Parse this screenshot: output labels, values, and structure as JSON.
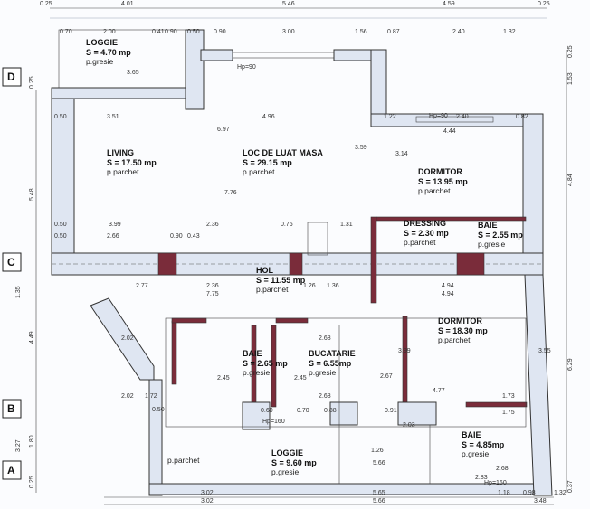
{
  "plan": {
    "grid_axes": [
      "D",
      "C",
      "B",
      "A"
    ],
    "rooms": [
      {
        "name": "LOGGIE",
        "area": "S = 4.70 mp",
        "floor": "p.gresie"
      },
      {
        "name": "LIVING",
        "area": "S = 17.50 mp",
        "floor": "p.parchet"
      },
      {
        "name": "LOC DE LUAT MASA",
        "area": "S = 29.15 mp",
        "floor": "p.parchet"
      },
      {
        "name": "DORMITOR",
        "area": "S = 13.95 mp",
        "floor": "p.parchet"
      },
      {
        "name": "DRESSING",
        "area": "S = 2.30 mp",
        "floor": "p.parchet"
      },
      {
        "name": "BAIE",
        "area": "S = 2.55 mp",
        "floor": "p.gresie"
      },
      {
        "name": "HOL",
        "area": "S = 11.55 mp",
        "floor": "p.parchet"
      },
      {
        "name": "DORMITOR",
        "area": "S = 18.30 mp",
        "floor": "p.parchet"
      },
      {
        "name": "BAIE",
        "area": "S = 2.65 mp",
        "floor": "p.gresie"
      },
      {
        "name": "BUCATARIE",
        "area": "S = 6.55mp",
        "floor": "p.gresie"
      },
      {
        "name": "LOGGIE",
        "area": "S = 9.60 mp",
        "floor": "p.gresie"
      },
      {
        "name": "BAIE",
        "area": "S = 4.85mp",
        "floor": "p.gresie"
      },
      {
        "name": "",
        "area": "",
        "floor": "p.parchet"
      }
    ],
    "dimensions_top": [
      "0.25",
      "4.01",
      "5.46",
      "4.59",
      "0.25"
    ],
    "dimensions_top_row2": [
      "0.70",
      "2.00",
      "0.41",
      "0.90",
      "0.50",
      "0.90",
      "3.00",
      "1.56",
      "0.87",
      "2.40",
      "1.32"
    ],
    "dimensions_left": [
      "0.25",
      "5.48",
      "1.35",
      "4.49",
      "3.27",
      "1.80",
      "0.25"
    ],
    "dimensions_right": [
      "0.25",
      "1.53",
      "4.84",
      "6.29",
      "0.37"
    ],
    "dimensions_bottom_row1": [
      "3.02",
      "5.65",
      "1.18",
      "0.98",
      "1.32"
    ],
    "dimensions_bottom_row2": [
      "3.02",
      "5.66",
      "3.48"
    ],
    "dimensions_interior": [
      "3.51",
      "4.96",
      "1.22",
      "2.40",
      "0.82",
      "3.99",
      "2.36",
      "0.76",
      "1.31",
      "2.66",
      "0.90",
      "0.43",
      "2.77",
      "2.36",
      "1.26",
      "1.36",
      "7.75",
      "4.94",
      "4.94",
      "2.02",
      "2.68",
      "2.02",
      "2.68",
      "1.72",
      "0.60",
      "0.70",
      "0.88",
      "0.91",
      "4.77",
      "1.73",
      "1.75",
      "2.68",
      "2.03",
      "1.26",
      "5.66",
      "2.83",
      "0.50",
      "0.50",
      "0.50",
      "0.50",
      "3.65",
      "7.76",
      "6.97",
      "3.59",
      "3.14",
      "4.44",
      "2.45",
      "2.45",
      "2.67",
      "3.99",
      "3.55",
      "Hp=90",
      "Hp=90",
      "Hp=160",
      "Hp=160"
    ],
    "colors": {
      "wall_fill": "#dfe6f2",
      "structural": "#7a2c3a",
      "line": "#333333"
    }
  }
}
